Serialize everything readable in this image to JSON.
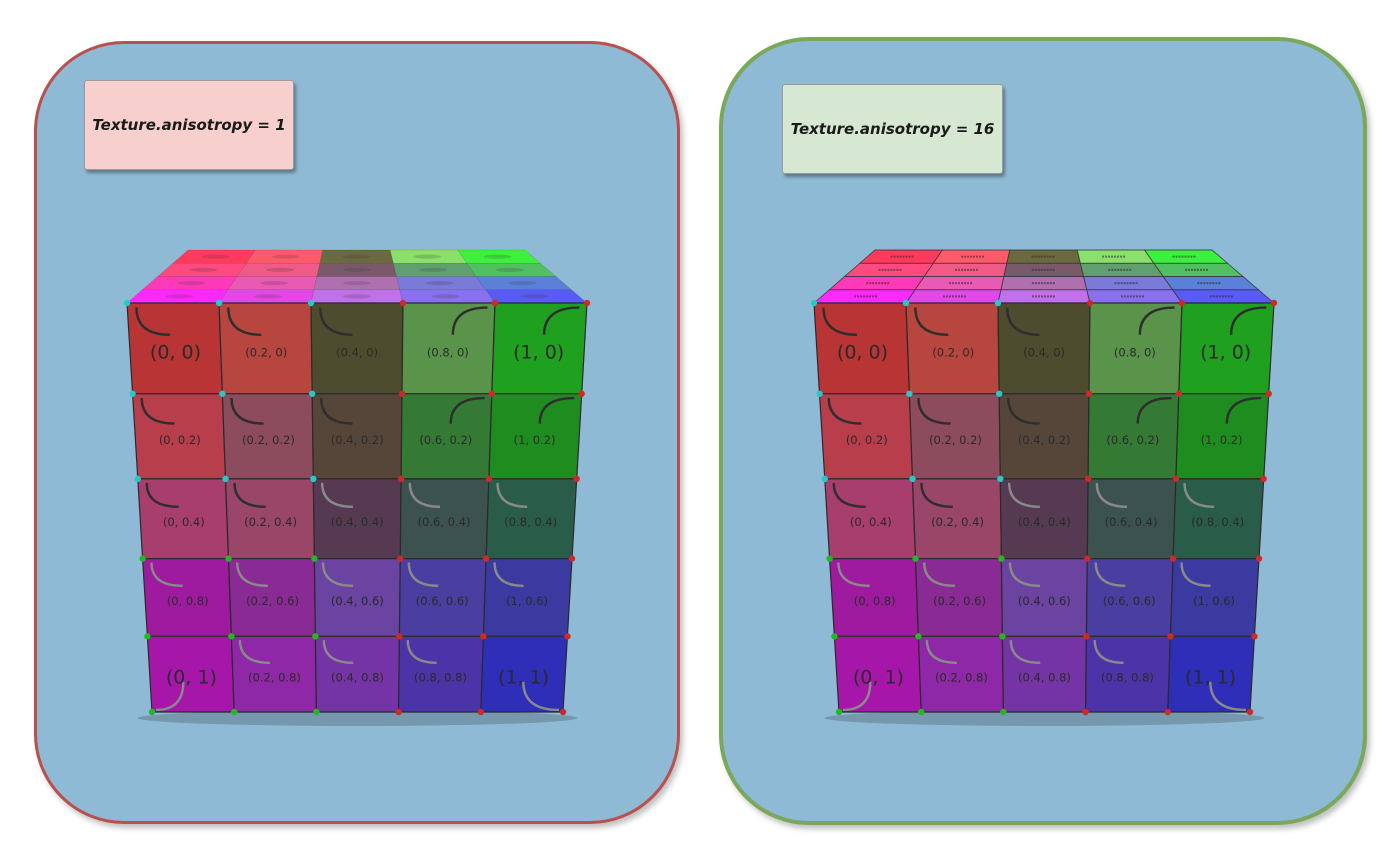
{
  "panels": [
    {
      "id": "left",
      "caption": "Texture.anisotropy = 1",
      "anisotropy": 1,
      "border_color": "#b8504e",
      "caption_bg": "#f7cfcc"
    },
    {
      "id": "right",
      "caption": "Texture.anisotropy = 16",
      "anisotropy": 16,
      "border_color": "#7aa85a",
      "caption_bg": "#d6e8d2"
    }
  ],
  "cube_front": {
    "rows": [
      [
        {
          "label": "(0, 0)",
          "color": "#b93434",
          "large": true
        },
        {
          "label": "(0.2, 0)",
          "color": "#b7463e"
        },
        {
          "label": "(0.4, 0)",
          "color": "#4e4c2e"
        },
        {
          "label": "(0.8, 0)",
          "color": "#5a944a"
        },
        {
          "label": "(1, 0)",
          "color": "#1fa01f",
          "large": true
        }
      ],
      [
        {
          "label": "(0, 0.2)",
          "color": "#b83e4c"
        },
        {
          "label": "(0.2, 0.2)",
          "color": "#8c4c5e"
        },
        {
          "label": "(0.4, 0.2)",
          "color": "#56463a"
        },
        {
          "label": "(0.6, 0.2)",
          "color": "#347a34"
        },
        {
          "label": "(1, 0.2)",
          "color": "#1f8c1f"
        }
      ],
      [
        {
          "label": "(0, 0.4)",
          "color": "#a83e6e"
        },
        {
          "label": "(0.2, 0.4)",
          "color": "#9a4668"
        },
        {
          "label": "(0.4, 0.4)",
          "color": "#563a52"
        },
        {
          "label": "(0.6, 0.4)",
          "color": "#3c524e"
        },
        {
          "label": "(0.8, 0.4)",
          "color": "#2a5c4a"
        }
      ],
      [
        {
          "label": "(0, 0.8)",
          "color": "#9e1a9e"
        },
        {
          "label": "(0.2, 0.6)",
          "color": "#8a2a94"
        },
        {
          "label": "(0.4, 0.6)",
          "color": "#6a44a0"
        },
        {
          "label": "(0.6, 0.6)",
          "color": "#4a3ea0"
        },
        {
          "label": "(1, 0.6)",
          "color": "#3a3aa0"
        }
      ],
      [
        {
          "label": "(0, 1)",
          "color": "#a616a8",
          "large": true
        },
        {
          "label": "(0.2, 0.8)",
          "color": "#8e28a6"
        },
        {
          "label": "(0.4, 0.8)",
          "color": "#7434a6"
        },
        {
          "label": "(0.8, 0.8)",
          "color": "#4a34a8"
        },
        {
          "label": "(1, 1)",
          "color": "#2e2eb8",
          "large": true
        }
      ]
    ]
  },
  "cube_top": {
    "rows": [
      [
        "#ff3a5c",
        "#ff5a6a",
        "#6a6a3e",
        "#8ae06a",
        "#3ef03e"
      ],
      [
        "#ff4a80",
        "#f05a86",
        "#7a5a6a",
        "#60a070",
        "#50c060"
      ],
      [
        "#ff3ab8",
        "#e85ab4",
        "#b070b0",
        "#7a7ad8",
        "#5a80d8"
      ],
      [
        "#ff28ff",
        "#e048e8",
        "#c070e8",
        "#8a70f0",
        "#5a5af8"
      ]
    ]
  },
  "vertex_dot_colors": {
    "cyan": "#28c8c8",
    "red": "#cc2a2a",
    "green": "#28b428"
  }
}
